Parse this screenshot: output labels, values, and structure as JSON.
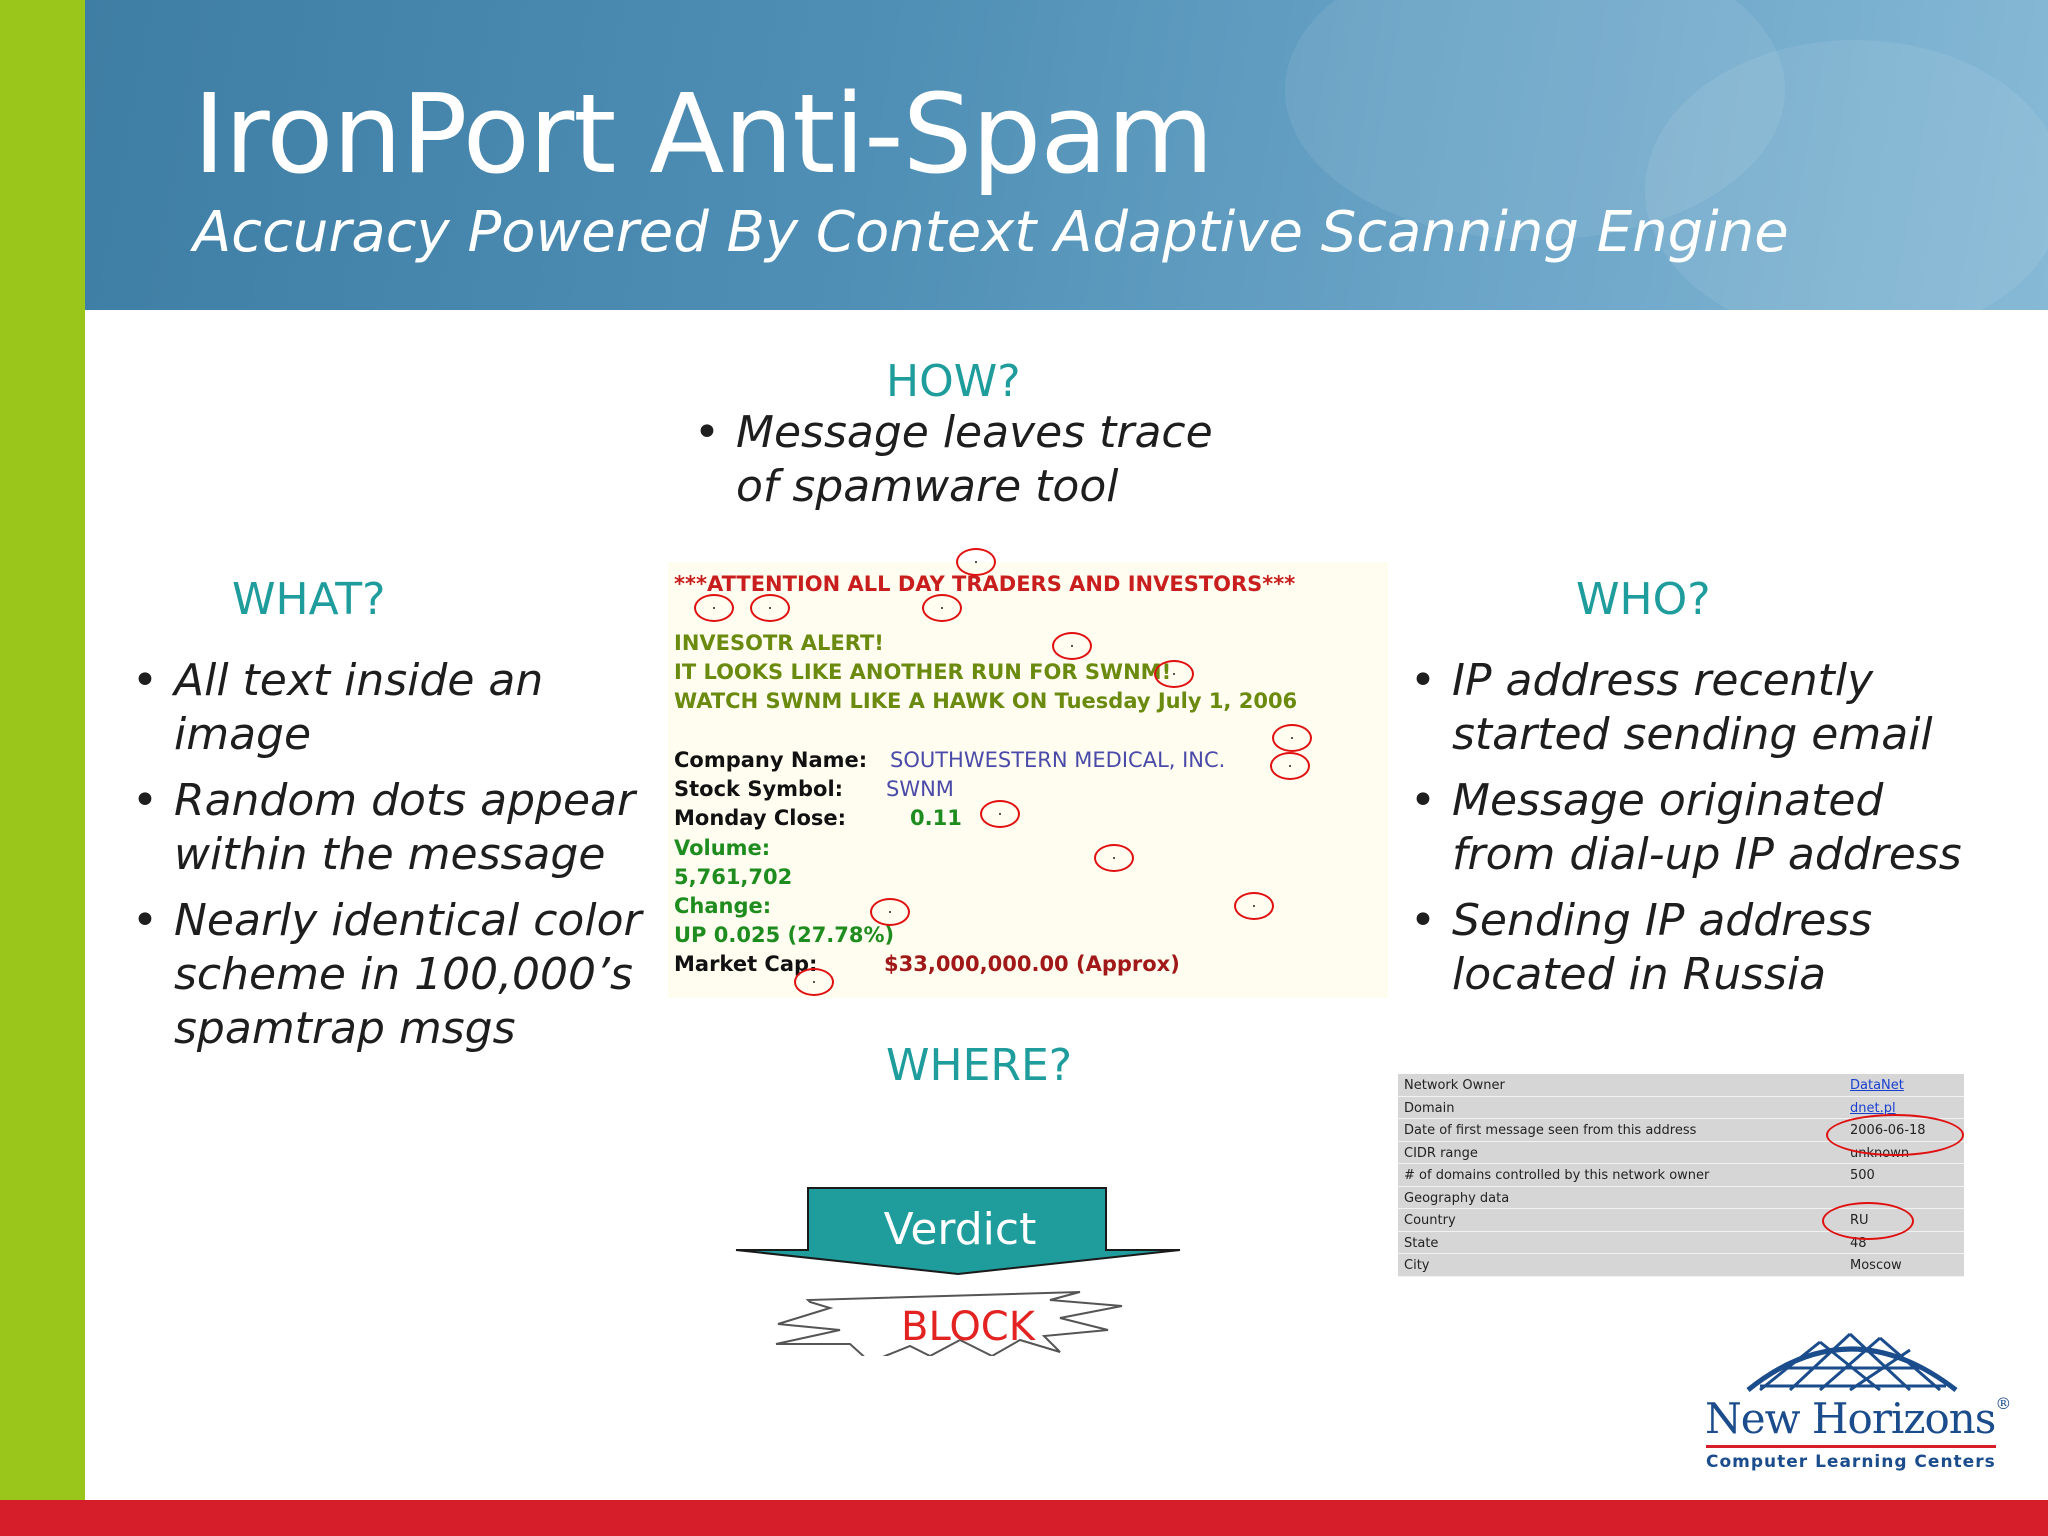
{
  "header": {
    "title": "IronPort Anti-Spam",
    "subtitle": "Accuracy Powered By Context Adaptive Scanning Engine"
  },
  "how": {
    "heading": "HOW?",
    "bullets": [
      "Message leaves trace of spamware tool"
    ]
  },
  "what": {
    "heading": "WHAT?",
    "bullets": [
      "All text inside an image",
      "Random dots appear within the message",
      "Nearly identical color scheme in 100,000’s spamtrap msgs"
    ]
  },
  "who": {
    "heading": "WHO?",
    "bullets": [
      "IP address recently started sending email",
      "Message originated from dial-up IP address",
      "Sending IP address located in Russia"
    ]
  },
  "where": {
    "heading": "WHERE?"
  },
  "spam_image": {
    "colors": {
      "red": "#c81e1e",
      "green": "#1e8c1e",
      "blue": "#4a4aa8",
      "black": "#111111"
    },
    "lines": [
      {
        "text": "***ATTENTION ALL DAY TRADERS AND INVESTORS***",
        "color": "red"
      },
      {
        "text": "INVESOTR ALERT!",
        "color": "olive"
      },
      {
        "text": "IT LOOKS LIKE ANOTHER RUN FOR SWNM!",
        "color": "olive"
      },
      {
        "text": "WATCH SWNM LIKE A HAWK ON Tuesday July 1, 2006",
        "color": "olive"
      }
    ],
    "fields": [
      {
        "label": "Company Name:",
        "value": "SOUTHWESTERN MEDICAL, INC."
      },
      {
        "label": "Stock Symbol:",
        "value": "SWNM"
      },
      {
        "label": "Monday Close:",
        "value": "0.11"
      },
      {
        "label": "Volume:",
        "value": "5,761,702"
      },
      {
        "label": "Change:",
        "value": "UP 0.025  (27.78%)"
      },
      {
        "label": "Market Cap:",
        "value": "$33,000,000.00 (Approx)"
      }
    ]
  },
  "whois": {
    "rows": [
      {
        "key": "Network Owner",
        "value": "DataNet"
      },
      {
        "key": "Domain",
        "value": "dnet.pl"
      },
      {
        "key": "Date of first message seen from this address",
        "value": "2006-06-18"
      },
      {
        "key": "CIDR range",
        "value": "unknown"
      },
      {
        "key": "# of domains controlled by this network owner",
        "value": "500"
      },
      {
        "key": "Geography data",
        "value": ""
      },
      {
        "key": "Country",
        "value": "RU"
      },
      {
        "key": "State",
        "value": "48"
      },
      {
        "key": "City",
        "value": "Moscow"
      }
    ]
  },
  "verdict": {
    "label": "Verdict",
    "result": "BLOCK"
  },
  "logo": {
    "name": "New Horizons",
    "registered": "®",
    "tagline": "Computer Learning Centers"
  },
  "theme": {
    "accent": "#1f9c9c",
    "green": "#9ac51b",
    "red": "#d61e2a",
    "header_blue": "#4f8fb5"
  }
}
